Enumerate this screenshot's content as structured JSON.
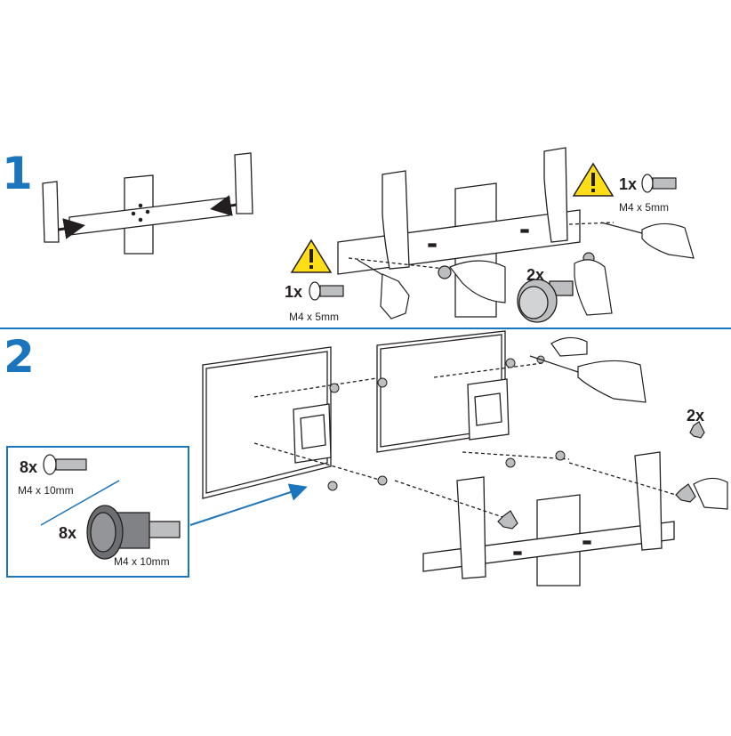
{
  "colors": {
    "accent": "#1b75bc",
    "warning": "#ffde17",
    "line": "#231f20",
    "screw": "#bcbec0"
  },
  "steps": [
    {
      "number": "1",
      "warnings": [
        {
          "icon": "warning-icon",
          "qty": "1x",
          "size": "M4 x 5mm"
        },
        {
          "icon": "warning-icon",
          "qty": "1x",
          "size": "M4 x 5mm"
        }
      ],
      "knob": {
        "qty": "2x"
      }
    },
    {
      "number": "2",
      "inset": [
        {
          "qty": "8x",
          "size": "M4 x 10mm"
        },
        {
          "qty": "8x",
          "size": "M4 x 10mm"
        }
      ],
      "wing_knob": {
        "qty": "2x"
      }
    }
  ]
}
